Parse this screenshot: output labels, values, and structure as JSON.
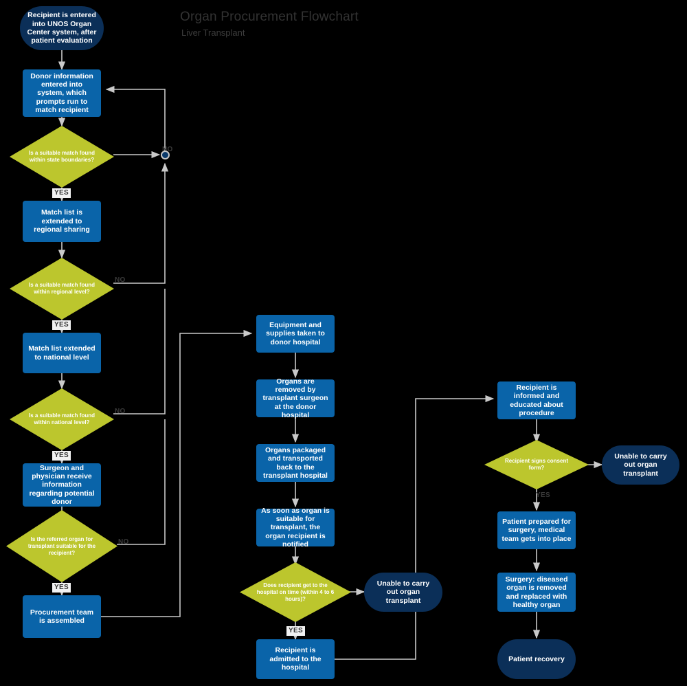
{
  "header": {
    "title": "Organ Procurement Flowchart",
    "subtitle": "Liver Transplant",
    "title_color": "#333333"
  },
  "palette": {
    "background": "#000000",
    "process_fill": "#0a64a9",
    "terminator_fill": "#0b2f58",
    "decision_fill": "#bcc62d",
    "connector": "#c9c9c9",
    "label_text": "#3a3a3a"
  },
  "flow": {
    "nodes": [
      {
        "id": "start",
        "type": "terminator",
        "text": "Recipient is entered into UNOS Organ Center system, after patient evaluation"
      },
      {
        "id": "donor_info",
        "type": "process",
        "text": "Donor information entered into system, which prompts run to match recipient"
      },
      {
        "id": "dec_state",
        "type": "decision",
        "text": "Is a suitable match found within state boundaries?"
      },
      {
        "id": "regional",
        "type": "process",
        "text": "Match list is extended to regional sharing"
      },
      {
        "id": "dec_regional",
        "type": "decision",
        "text": "Is a suitable match found within regional level?"
      },
      {
        "id": "national",
        "type": "process",
        "text": "Match list extended to national level"
      },
      {
        "id": "dec_national",
        "type": "decision",
        "text": "Is a suitable match found within national level?"
      },
      {
        "id": "surgeon_info",
        "type": "process",
        "text": "Surgeon and physician receive information regarding potential donor"
      },
      {
        "id": "dec_organ",
        "type": "decision",
        "text": "Is the referred organ for transplant suitable for the recipient?"
      },
      {
        "id": "team",
        "type": "process",
        "text": "Procurement team is assembled"
      },
      {
        "id": "equipment",
        "type": "process",
        "text": "Equipment and supplies taken to donor hospital"
      },
      {
        "id": "removed",
        "type": "process",
        "text": "Organs are removed by transplant surgeon at the donor hospital"
      },
      {
        "id": "packaged",
        "type": "process",
        "text": "Organs packaged and transported back to the transplant hospital"
      },
      {
        "id": "notified",
        "type": "process",
        "text": "As soon as organ is suitable for transplant, the organ recipient is notified"
      },
      {
        "id": "dec_time",
        "type": "decision",
        "text": "Does recipient get to the hospital on time (within 4 to 6 hours)?"
      },
      {
        "id": "unable_mid",
        "type": "terminator",
        "text": "Unable to carry out organ transplant"
      },
      {
        "id": "admitted",
        "type": "process",
        "text": "Recipient is admitted to the hospital"
      },
      {
        "id": "informed",
        "type": "process",
        "text": "Recipient is informed and educated about procedure"
      },
      {
        "id": "dec_consent",
        "type": "decision",
        "text": "Recipient signs consent form?"
      },
      {
        "id": "unable_right",
        "type": "terminator",
        "text": "Unable to carry out organ transplant"
      },
      {
        "id": "prepared",
        "type": "process",
        "text": "Patient prepared for surgery, medical team gets into place"
      },
      {
        "id": "surgery",
        "type": "process",
        "text": "Surgery: diseased organ is removed and replaced with healthy organ"
      },
      {
        "id": "recovery",
        "type": "terminator",
        "text": "Patient recovery"
      }
    ],
    "edge_labels": {
      "no_state": "NO",
      "yes_state": "YES",
      "no_regional": "NO",
      "yes_regional": "YES",
      "no_national": "NO",
      "yes_national": "YES",
      "no_organ": "NO",
      "yes_organ": "YES",
      "yes_time": "YES",
      "yes_consent": "YES"
    }
  }
}
